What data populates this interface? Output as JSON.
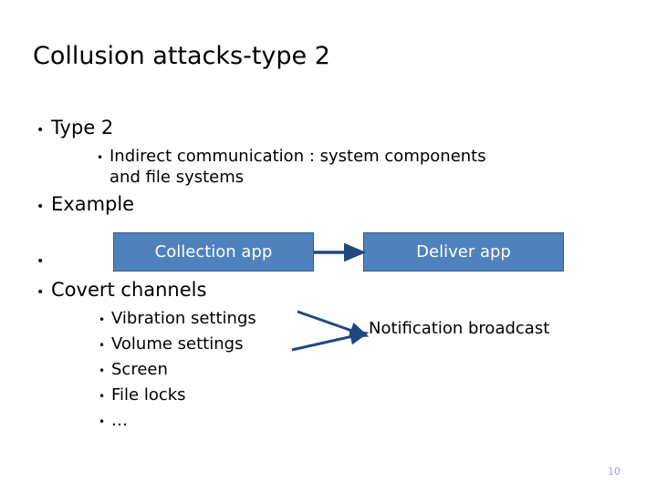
{
  "slide": {
    "title": "Collusion attacks-type 2",
    "page_number": "10",
    "bullets": [
      {
        "id": "type2",
        "text": "Type 2",
        "level": 1,
        "marker": "•"
      },
      {
        "id": "indirect-1",
        "text": "Indirect communication : system components",
        "level": 2,
        "marker": "•"
      },
      {
        "id": "indirect-2",
        "text": "and file systems",
        "level": 2,
        "marker": ""
      },
      {
        "id": "example",
        "text": "Example",
        "level": 1,
        "marker": "•"
      },
      {
        "id": "empty",
        "text": "",
        "level": 1,
        "marker": "•"
      },
      {
        "id": "covert",
        "text": "Covert channels",
        "level": 1,
        "marker": "•"
      },
      {
        "id": "vibration",
        "text": "Vibration settings",
        "level": 2,
        "marker": "•"
      },
      {
        "id": "volume",
        "text": "Volume settings",
        "level": 2,
        "marker": "•"
      },
      {
        "id": "screen",
        "text": "Screen",
        "level": 2,
        "marker": "•"
      },
      {
        "id": "filelocks",
        "text": "File locks",
        "level": 2,
        "marker": "•"
      },
      {
        "id": "ellipsis",
        "text": "…",
        "level": 2,
        "marker": "•"
      }
    ],
    "diagram": {
      "collection_box": "Collection app",
      "deliver_box": "Deliver app",
      "notification_label": "Notification broadcast",
      "box_fill": "#4f81bd",
      "box_border": "#385d8a",
      "arrow_color": "#1f497d"
    }
  }
}
